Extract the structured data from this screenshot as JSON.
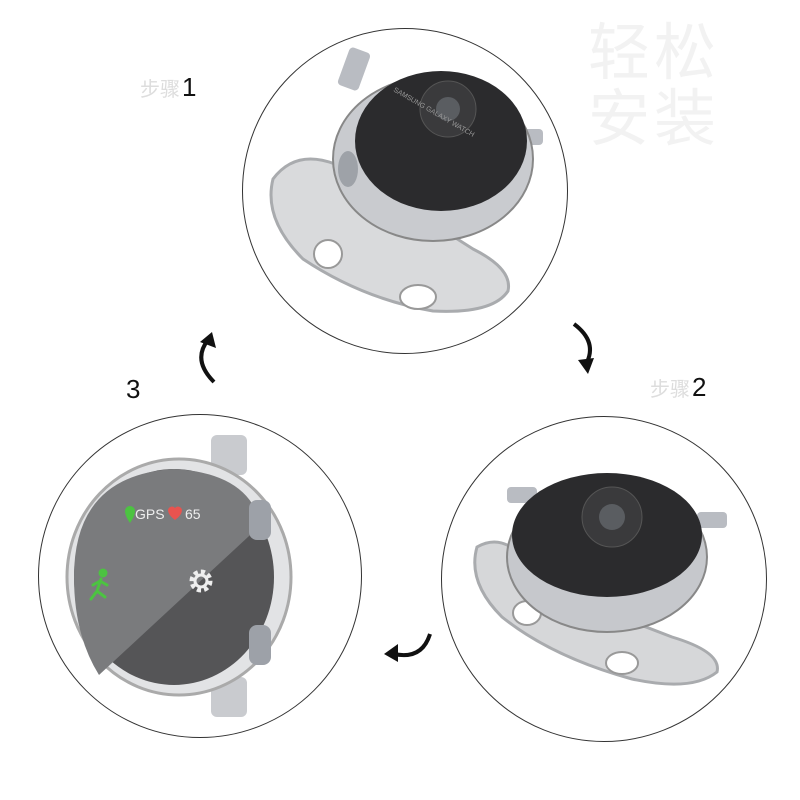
{
  "watermark": "轻松安装",
  "steps": [
    {
      "prefix": "步骤",
      "number": "1"
    },
    {
      "prefix": "步骤",
      "number": "2"
    },
    {
      "prefix": "",
      "number": "3"
    }
  ],
  "watch_back_text": "SAMSUNG GALAXY WATCH",
  "watch_screen": {
    "gps": "GPS",
    "heart_rate": "65"
  },
  "colors": {
    "outline": "#333333",
    "green": "#4cc341",
    "heart": "#e8534f"
  }
}
